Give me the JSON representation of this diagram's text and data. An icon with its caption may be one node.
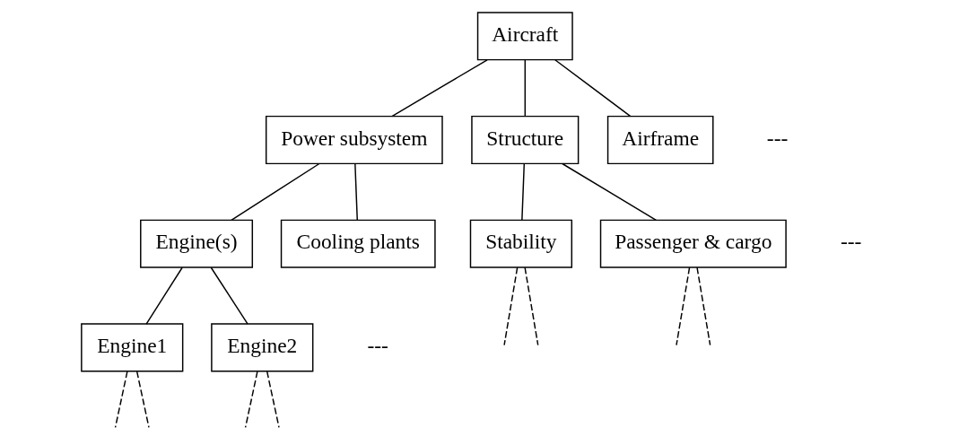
{
  "diagram": {
    "nodes": [
      {
        "text": [
          "Aircraft"
        ]
      },
      {
        "text": [
          "Power subsystem"
        ]
      },
      {
        "text": [
          "Structure"
        ]
      },
      {
        "text": [
          "Airframe"
        ]
      },
      {
        "text": [
          "Engine(s)"
        ]
      },
      {
        "text": [
          "Cooling plants"
        ]
      },
      {
        "text": [
          "Stability"
        ]
      },
      {
        "text": [
          "Passenger & cargo"
        ]
      },
      {
        "text": [
          "Engine1"
        ]
      },
      {
        "text": [
          "Engine2"
        ]
      }
    ],
    "edges": [
      {
        "from": 0,
        "to": 1,
        "arrow": "none"
      },
      {
        "from": 0,
        "to": 2,
        "arrow": "none"
      },
      {
        "from": 0,
        "to": 3,
        "arrow": "none"
      },
      {
        "from": 1,
        "to": 4,
        "arrow": "none"
      },
      {
        "from": 1,
        "to": 5,
        "arrow": "none"
      },
      {
        "from": 2,
        "to": 6,
        "arrow": "none"
      },
      {
        "from": 2,
        "to": 7,
        "arrow": "none"
      },
      {
        "from": 6,
        "to": null,
        "arrow": "none",
        "style": "dashed"
      },
      {
        "from": 6,
        "to": null,
        "arrow": "none",
        "style": "dashed"
      },
      {
        "from": 7,
        "to": null,
        "arrow": "none",
        "style": "dashed"
      },
      {
        "from": 7,
        "to": null,
        "arrow": "none",
        "style": "dashed"
      },
      {
        "from": 4,
        "to": 8,
        "arrow": "none"
      },
      {
        "from": 4,
        "to": 9,
        "arrow": "none"
      },
      {
        "from": 8,
        "to": null,
        "arrow": "none",
        "style": "dashed"
      },
      {
        "from": 8,
        "to": null,
        "arrow": "none",
        "style": "dashed"
      },
      {
        "from": 9,
        "to": null,
        "arrow": "none",
        "style": "dashed"
      },
      {
        "from": 9,
        "to": null,
        "arrow": "none",
        "style": "dashed"
      }
    ],
    "labels": [
      "---",
      "---",
      "---"
    ]
  }
}
